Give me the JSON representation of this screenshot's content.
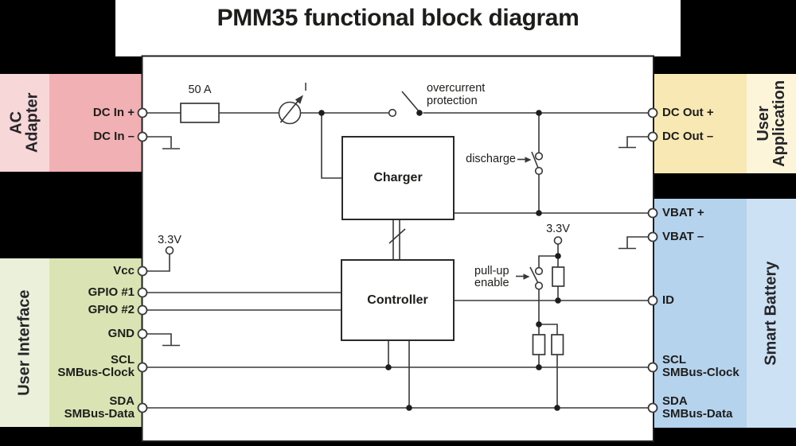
{
  "title": "PMM35 functional block diagram",
  "colors": {
    "background": "#000000",
    "canvas": "#ffffff",
    "wire": "#383838",
    "text": "#1d1d1b",
    "ac_adapter": "#f0b0b4",
    "ac_adapter_light": "#f8d7d8",
    "user_interface": "#d9e3b4",
    "user_interface_light": "#eaf0d9",
    "user_application": "#f8e9b4",
    "user_application_light": "#fdf5d9",
    "smart_battery": "#b6d3ee",
    "smart_battery_light": "#cde1f5"
  },
  "panels": {
    "ac_adapter": {
      "title": "AC Adapter",
      "title_line1": "AC",
      "title_line2": "Adapter",
      "pins": [
        {
          "label": "DC In +"
        },
        {
          "label": "DC In –"
        }
      ]
    },
    "user_application": {
      "title": "User Application",
      "title_line1": "User",
      "title_line2": "Application",
      "pins": [
        {
          "label": "DC Out +"
        },
        {
          "label": "DC Out –"
        }
      ]
    },
    "user_interface": {
      "title": "User Interface",
      "pins": [
        {
          "label": "Vcc"
        },
        {
          "label": "GPIO #1"
        },
        {
          "label": "GPIO #2"
        },
        {
          "label": "GND"
        },
        {
          "line1": "SCL",
          "line2": "SMBus-Clock"
        },
        {
          "line1": "SDA",
          "line2": "SMBus-Data"
        }
      ]
    },
    "smart_battery": {
      "title": "Smart Battery",
      "pins": [
        {
          "label": "VBAT +"
        },
        {
          "label": "VBAT –"
        },
        {
          "label": "ID"
        },
        {
          "line1": "SCL",
          "line2": "SMBus-Clock"
        },
        {
          "line1": "SDA",
          "line2": "SMBus-Data"
        }
      ]
    }
  },
  "blocks": {
    "charger": "Charger",
    "controller": "Controller"
  },
  "annotations": {
    "fuse": "50 A",
    "current": "I",
    "overcurrent_line1": "overcurrent",
    "overcurrent_line2": "protection",
    "discharge": "discharge",
    "vcc_supply": "3.3V",
    "pullup_supply": "3.3V",
    "pullup_line1": "pull-up",
    "pullup_line2": "enable"
  }
}
